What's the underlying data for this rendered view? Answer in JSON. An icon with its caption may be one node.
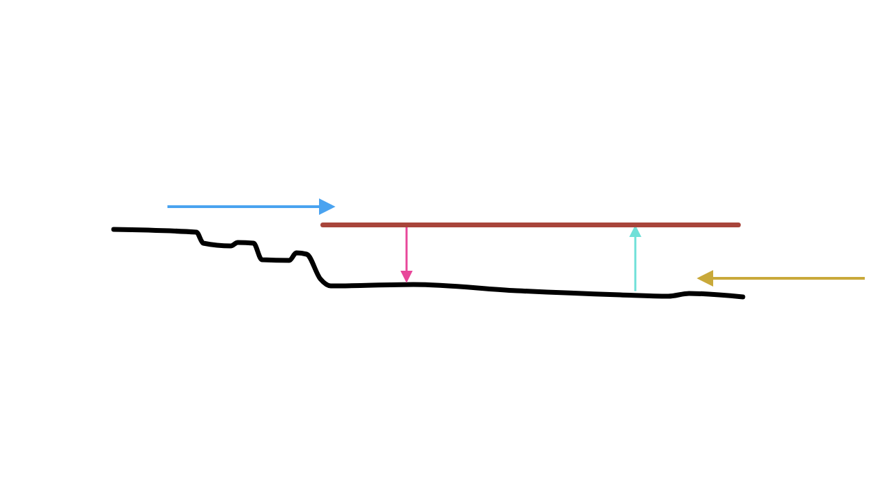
{
  "diagram": {
    "nodes": [
      {
        "text": [],
        "shape": "bar"
      },
      {
        "text": [],
        "shape": "line"
      }
    ],
    "edges": [
      {
        "from": 0,
        "to": 1,
        "arrow": "to",
        "color": "#e8479a"
      },
      {
        "from": 1,
        "to": 0,
        "arrow": "to",
        "color": "#6fe0d8"
      }
    ]
  }
}
